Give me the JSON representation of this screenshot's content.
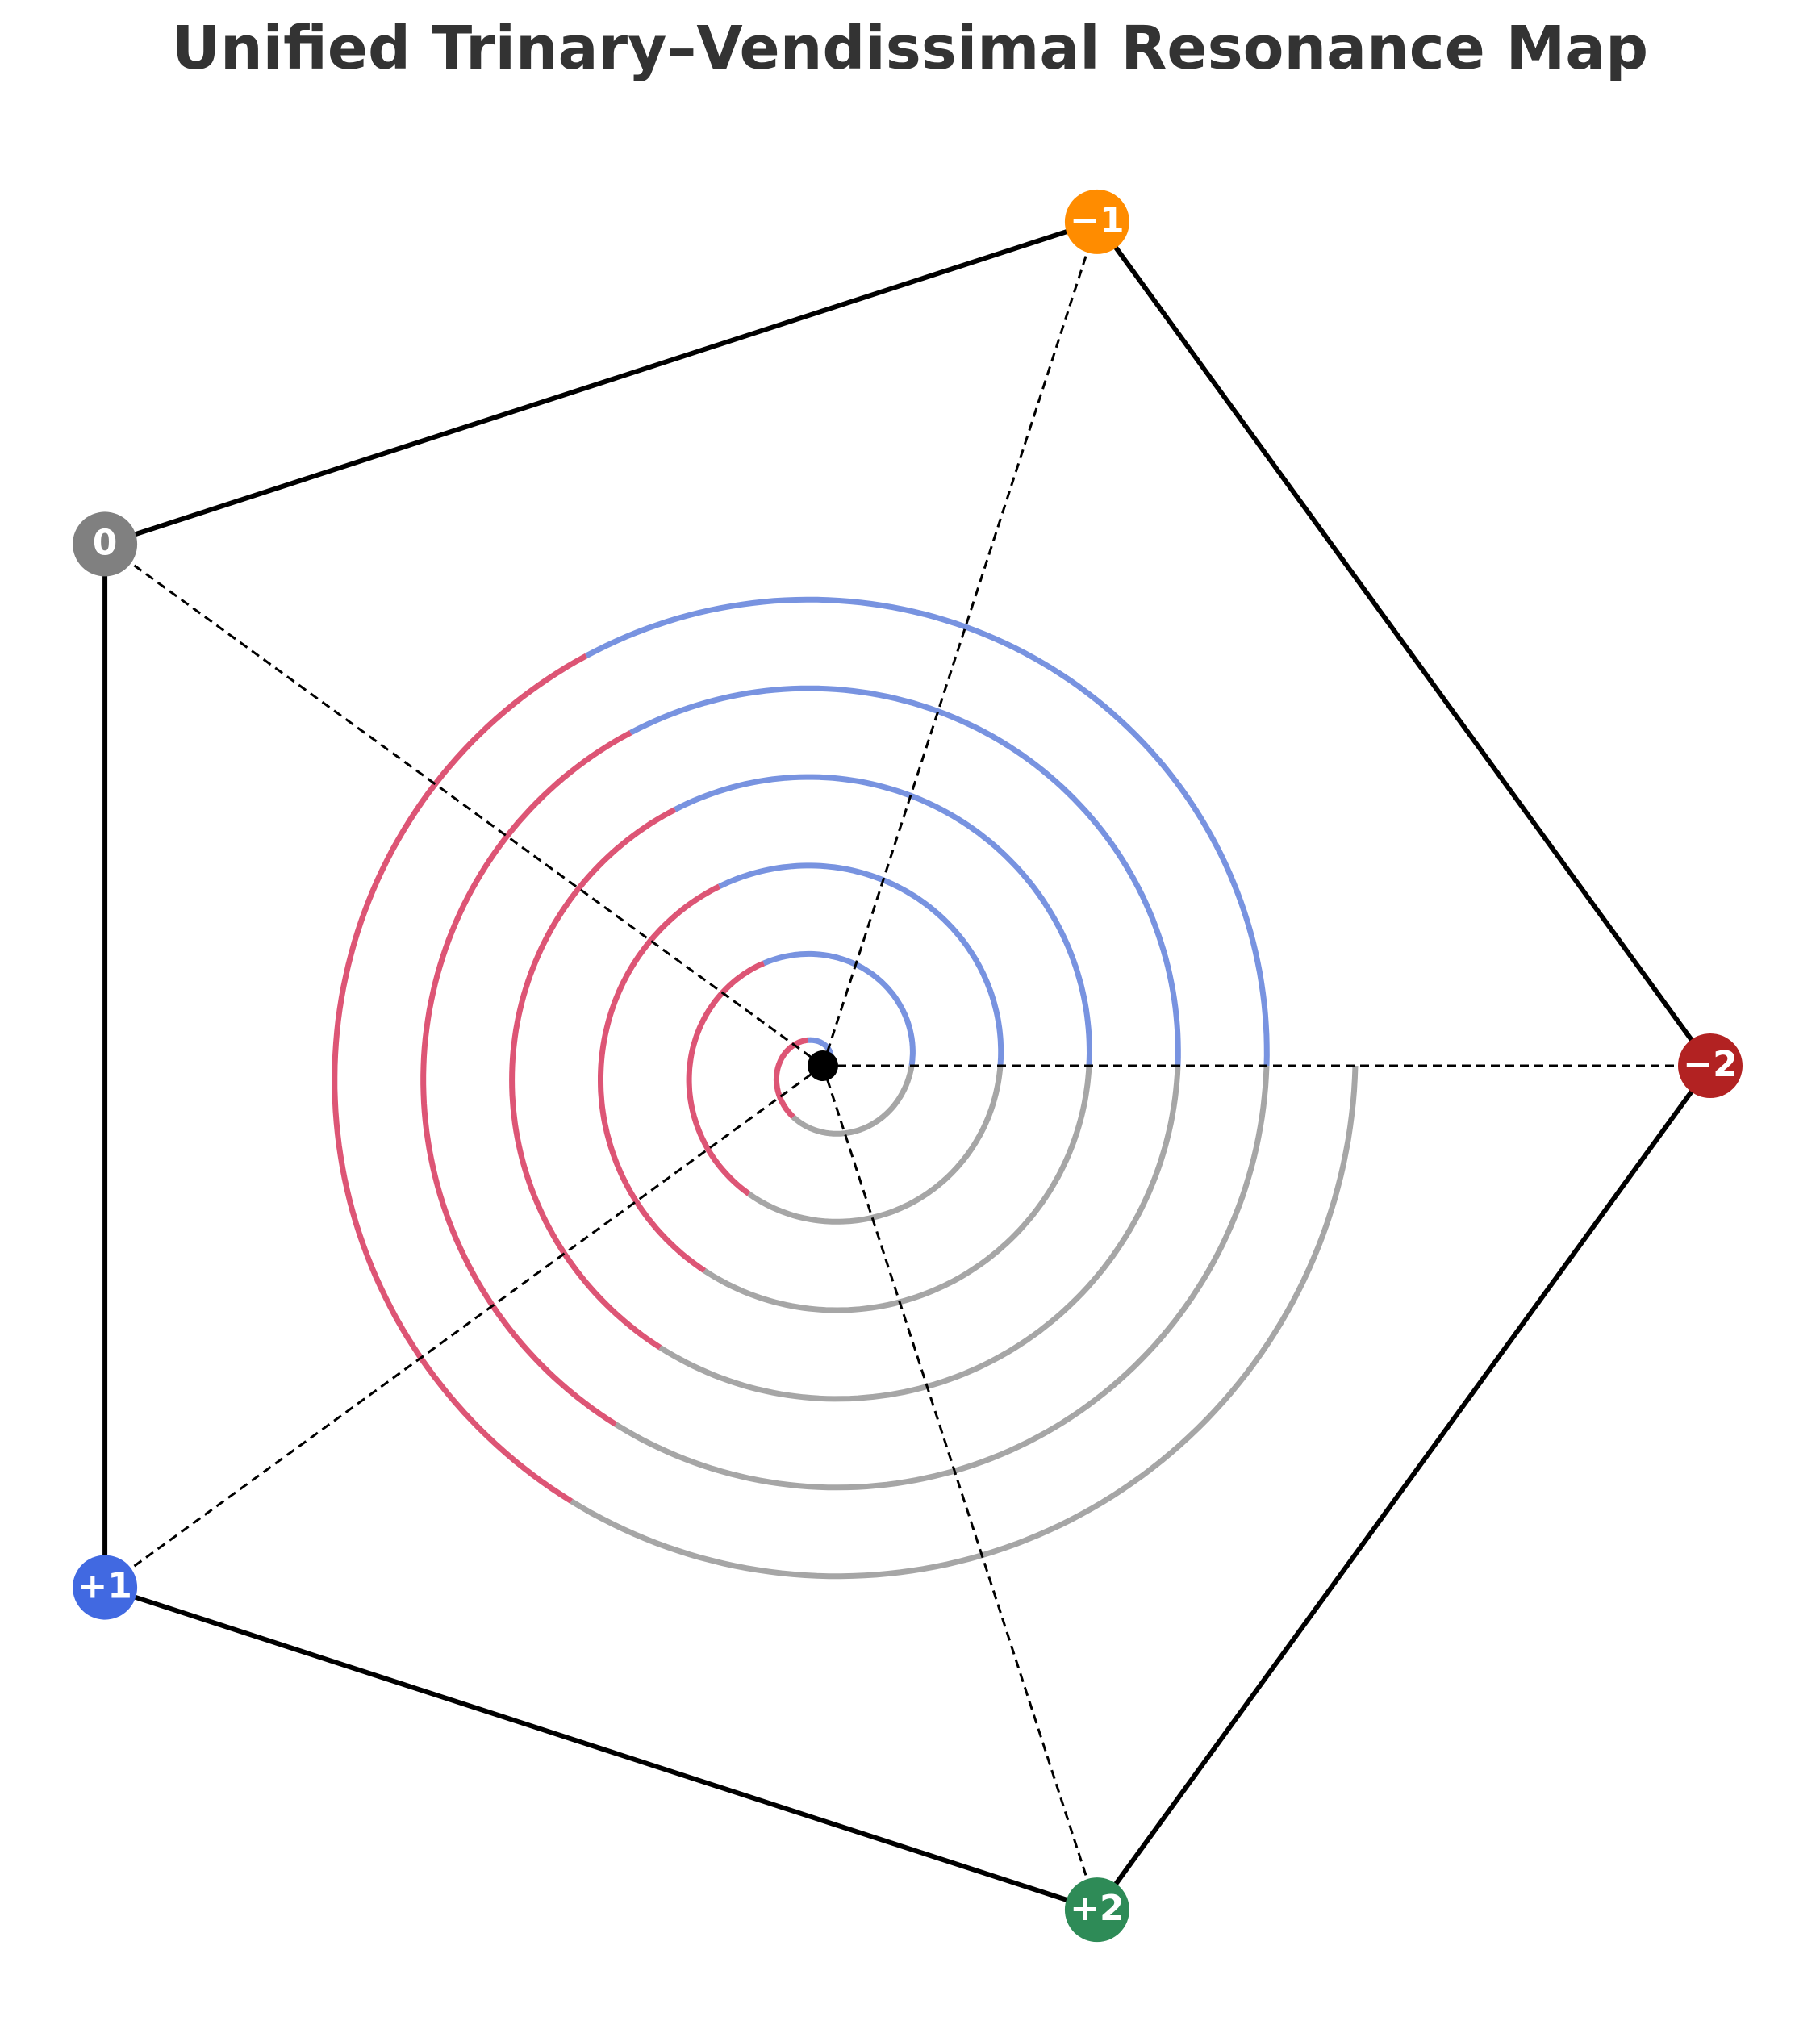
{
  "title": "Unified Trinary–Vendissimal Resonance Map",
  "nodes": [
    {
      "id": "minus2",
      "label": "−2",
      "color": "#b22222"
    },
    {
      "id": "minus1",
      "label": "−1",
      "color": "#ff8c00"
    },
    {
      "id": "zero",
      "label": "0",
      "color": "#808080"
    },
    {
      "id": "plus1",
      "label": "+1",
      "color": "#4169e1"
    },
    {
      "id": "plus2",
      "label": "+2",
      "color": "#2e8b57"
    }
  ],
  "spiral": {
    "turns": 6,
    "colors": [
      "#7893e0",
      "#dd5575",
      "#a6a6a6"
    ]
  },
  "styles": {
    "edge_color": "#000000",
    "spoke_color": "#000000",
    "center_color": "#000000"
  }
}
